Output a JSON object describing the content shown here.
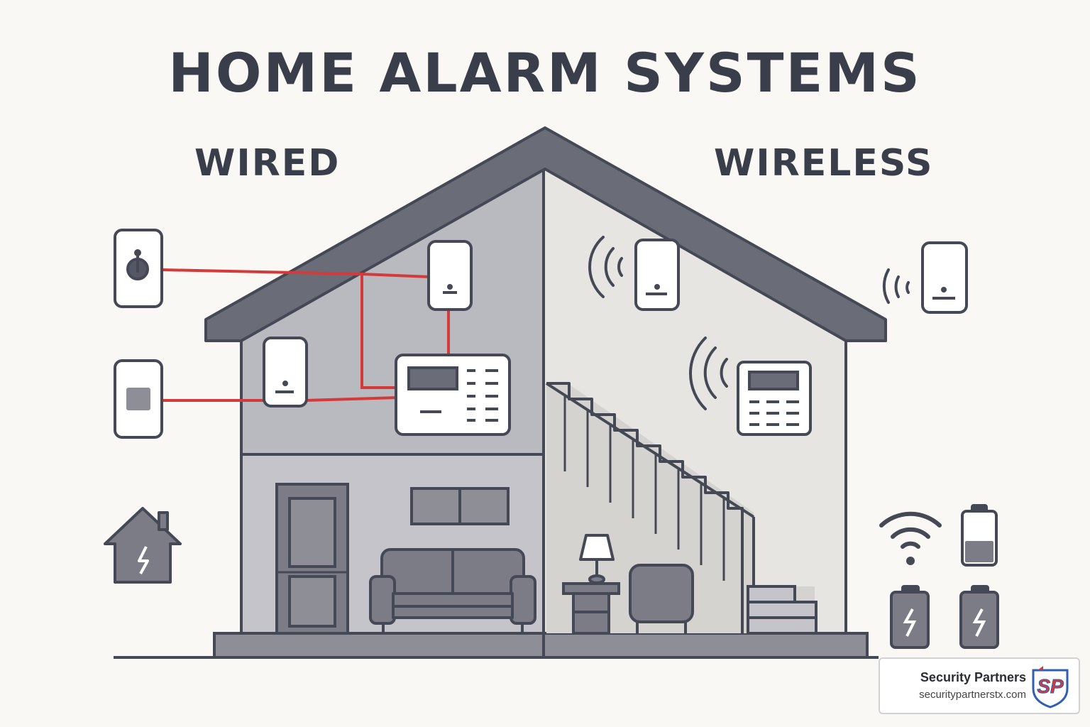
{
  "title": "HOME ALARM SYSTEMS",
  "labels": {
    "wired": "WIRED",
    "wireless": "WIRELESS"
  },
  "colors": {
    "background": "#faf8f4",
    "outline": "#454855",
    "roof": "#6a6c78",
    "wall_left": "#b9b9c0",
    "wall_right": "#e6e5e1",
    "wire": "#d43a3a",
    "furniture": "#7b7c86"
  },
  "icons": [
    "door-sensor-icon",
    "motion-sensor-icon",
    "control-panel-icon",
    "window-sensor-icon",
    "signal-waves-icon",
    "wifi-icon",
    "battery-icon",
    "battery-charging-icon",
    "powered-house-icon"
  ],
  "badge": {
    "name": "Security Partners",
    "url": "securitypartnerstx.com",
    "logo_letters": "SP"
  }
}
